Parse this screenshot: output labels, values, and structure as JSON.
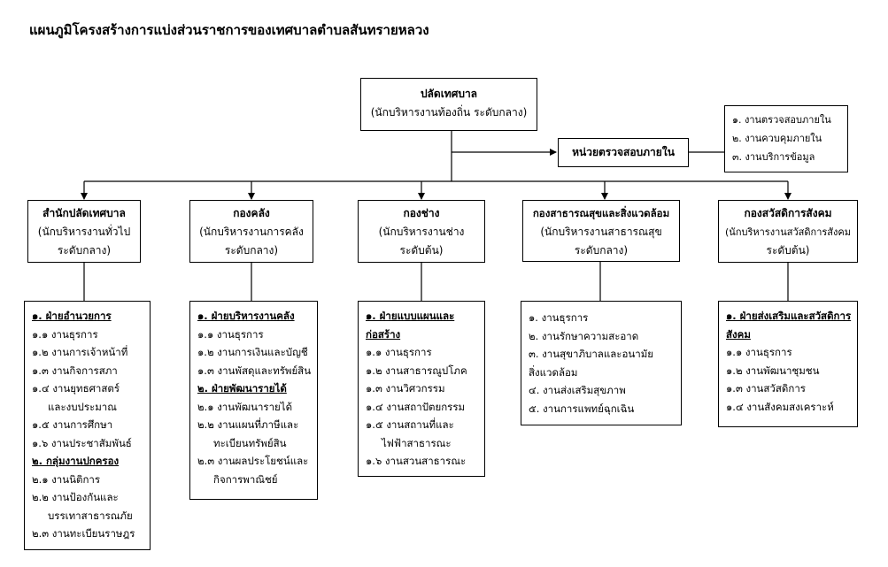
{
  "title": "แผนภูมิโครงสร้างการแบ่งส่วนราชการของเทศบาลตำบลสันทรายหลวง",
  "head": {
    "name": "ปลัดเทศบาล",
    "subtitle": "(นักบริหารงานท้องถิ่น ระดับกลาง)"
  },
  "audit": {
    "name": "หน่วยตรวจสอบภายใน",
    "items": [
      "๑. งานตรวจสอบภายใน",
      "๒. งานควบคุมภายใน",
      "๓. งานบริการข้อมูล"
    ]
  },
  "divisions": [
    {
      "name": "สำนักปลัดเทศบาล",
      "sub1": "(นักบริหารงานทั่วไป",
      "sub2": "ระดับกลาง)",
      "lines": [
        {
          "t": "๑. ฝ่ายอำนวยการ",
          "h": true
        },
        {
          "t": "๑.๑ งานธุรการ"
        },
        {
          "t": "๑.๒ งานการเจ้าหน้าที่"
        },
        {
          "t": "๑.๓ งานกิจการสภา"
        },
        {
          "t": "๑.๔ งานยุทธศาสตร์"
        },
        {
          "t": "และงบประมาณ",
          "i": true
        },
        {
          "t": "๑.๕ งานการศึกษา"
        },
        {
          "t": "๑.๖ งานประชาสัมพันธ์"
        },
        {
          "t": "๒. กลุ่มงานปกครอง",
          "h": true
        },
        {
          "t": "๒.๑ งานนิติการ"
        },
        {
          "t": "๒.๒ งานป้องกันและ"
        },
        {
          "t": "บรรเทาสาธารณภัย",
          "i": true
        },
        {
          "t": "๒.๓ งานทะเบียนราษฎร"
        }
      ]
    },
    {
      "name": "กองคลัง",
      "sub1": "(นักบริหารงานการคลัง",
      "sub2": "ระดับกลาง)",
      "lines": [
        {
          "t": "๑. ฝ่ายบริหารงานคลัง",
          "h": true
        },
        {
          "t": "๑.๑ งานธุรการ"
        },
        {
          "t": "๑.๒ งานการเงินและบัญชี"
        },
        {
          "t": "๑.๓ งานพัสดุและทรัพย์สิน"
        },
        {
          "t": "๒. ฝ่ายพัฒนารายได้",
          "h": true
        },
        {
          "t": "๒.๑ งานพัฒนารายได้"
        },
        {
          "t": "๒.๒ งานแผนที่ภาษีและ"
        },
        {
          "t": "ทะเบียนทรัพย์สิน",
          "i": true
        },
        {
          "t": "๒.๓ งานผลประโยชน์และ"
        },
        {
          "t": "กิจการพาณิชย์",
          "i": true
        }
      ]
    },
    {
      "name": "กองช่าง",
      "sub1": "(นักบริหารงานช่าง",
      "sub2": "ระดับต้น)",
      "lines": [
        {
          "t": "๑. ฝ่ายแบบแผนและ",
          "h": true
        },
        {
          "t": "ก่อสร้าง",
          "h": true
        },
        {
          "t": "๑.๑ งานธุรการ"
        },
        {
          "t": "๑.๒ งานสาธารณูปโภค"
        },
        {
          "t": "๑.๓ งานวิศวกรรม"
        },
        {
          "t": "๑.๔ งานสถาปัตยกรรม"
        },
        {
          "t": "๑.๕ งานสถานที่และ"
        },
        {
          "t": "ไฟฟ้าสาธารณะ",
          "i": true
        },
        {
          "t": "๑.๖ งานสวนสาธารณะ"
        }
      ]
    },
    {
      "name": "กองสาธารณสุขและสิ่งแวดล้อม",
      "sub1": "(นักบริหารงานสาธารณสุข",
      "sub2": "ระดับกลาง)",
      "lines": [
        {
          "t": "๑. งานธุรการ"
        },
        {
          "t": "๒. งานรักษาความสะอาด"
        },
        {
          "t": "๓. งานสุขาภิบาลและอนามัย"
        },
        {
          "t": "สิ่งแวดล้อม",
          "i": true
        },
        {
          "t": "๔. งานส่งเสริมสุขภาพ"
        },
        {
          "t": "๕. งานการแพทย์ฉุกเฉิน"
        }
      ]
    },
    {
      "name": "กองสวัสดิการสังคม",
      "sub1": "(นักบริหารงานสวัสดิการสังคม",
      "sub2": "ระดับต้น)",
      "lines": [
        {
          "t": "๑. ฝ่ายส่งเสริมและสวัสดิการ",
          "h": true
        },
        {
          "t": "สังคม",
          "h": true
        },
        {
          "t": "๑.๑ งานธุรการ"
        },
        {
          "t": "๑.๒ งานพัฒนาชุมชน"
        },
        {
          "t": "๑.๓ งานสวัสดิการ"
        },
        {
          "t": "๑.๔ งานสังคมสงเคราะห์"
        }
      ]
    }
  ]
}
